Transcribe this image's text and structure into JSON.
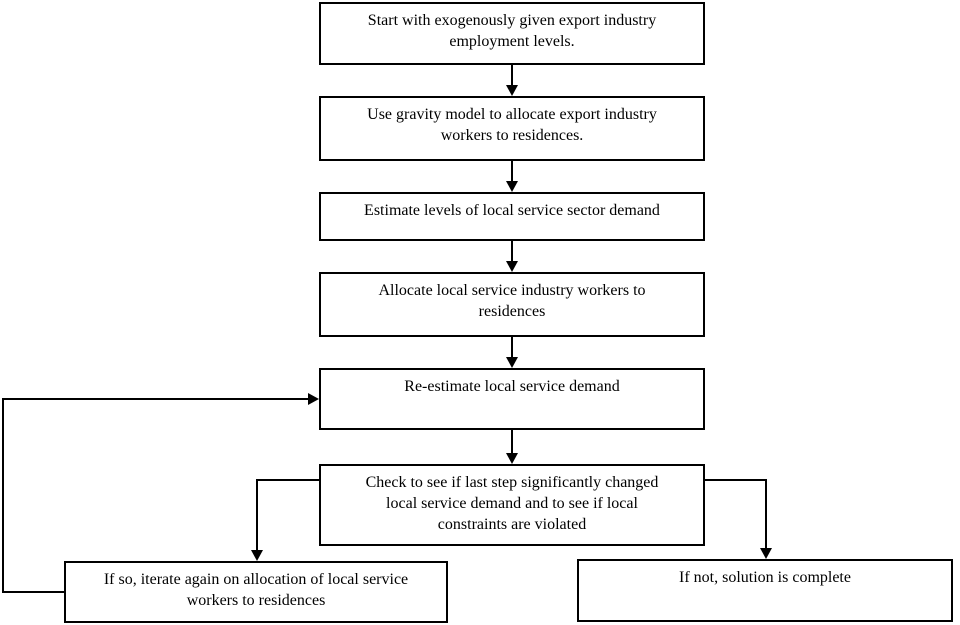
{
  "diagram": {
    "title": "Iterative land-use / employment allocation flowchart",
    "colors": {
      "background": "#ffffff",
      "line": "#000000",
      "text": "#000000",
      "box_fill": "#ffffff"
    },
    "boxes": [
      {
        "name": "start",
        "lines": [
          "Start with exogenously given export industry",
          "employment levels."
        ]
      },
      {
        "name": "gravity-model",
        "lines": [
          "Use gravity model to allocate export industry",
          "workers to residences."
        ]
      },
      {
        "name": "estimate-demand",
        "lines": [
          "Estimate levels of local service sector demand"
        ]
      },
      {
        "name": "allocate-workers",
        "lines": [
          "Allocate local service industry workers to",
          "residences"
        ]
      },
      {
        "name": "reestimate",
        "lines": [
          "Re-estimate local service demand"
        ]
      },
      {
        "name": "check",
        "lines": [
          "Check to see if last step significantly changed",
          "local service demand and to see if local",
          "constraints are violated"
        ]
      },
      {
        "name": "iterate",
        "lines": [
          "If so, iterate again on allocation of local service",
          "workers to residences"
        ]
      },
      {
        "name": "complete",
        "lines": [
          "If not, solution is complete"
        ]
      }
    ]
  }
}
